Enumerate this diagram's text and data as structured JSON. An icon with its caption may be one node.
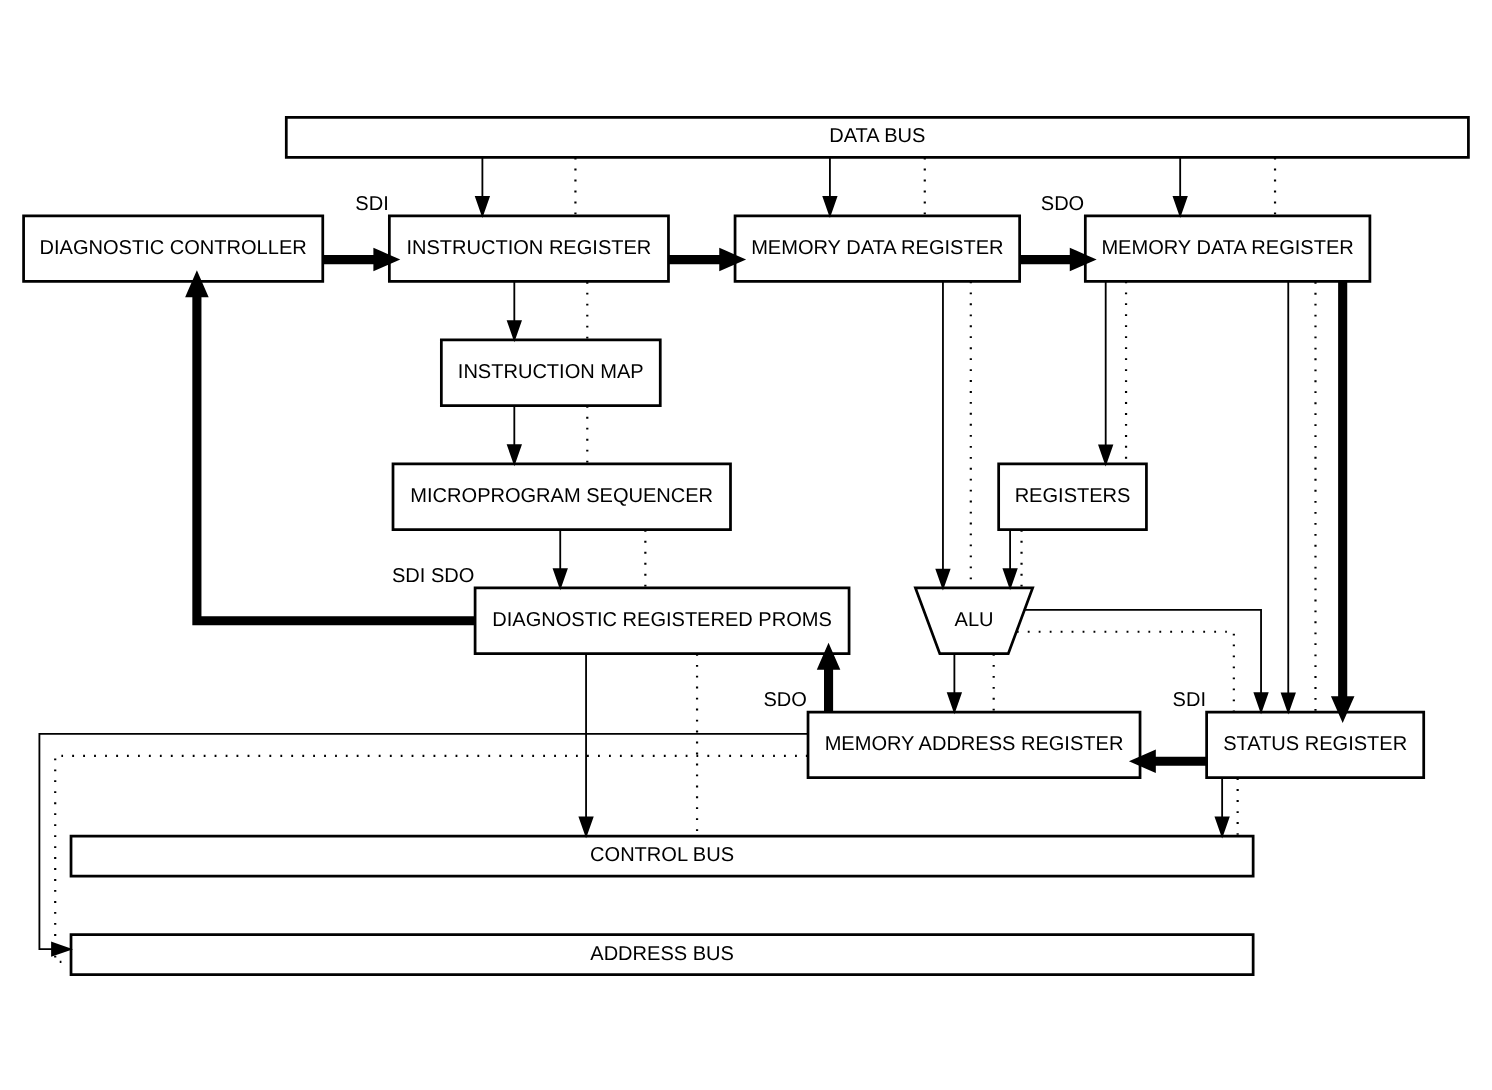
{
  "diagram": {
    "nodes": [
      {
        "text": [
          "DATA BUS"
        ]
      },
      {
        "text": [
          "DIAGNOSTIC CONTROLLER"
        ]
      },
      {
        "text": [
          "INSTRUCTION REGISTER"
        ],
        "beside": [
          "SDI"
        ]
      },
      {
        "text": [
          "MEMORY DATA REGISTER"
        ]
      },
      {
        "text": [
          "MEMORY DATA REGISTER"
        ],
        "beside": [
          "SDO"
        ]
      },
      {
        "text": [
          "INSTRUCTION MAP"
        ]
      },
      {
        "text": [
          "MICROPROGRAM SEQUENCER"
        ]
      },
      {
        "text": [
          "REGISTERS"
        ]
      },
      {
        "text": [
          "DIAGNOSTIC REGISTERED PROMS"
        ],
        "beside": [
          "SDI",
          "SDO"
        ]
      },
      {
        "text": [
          "ALU"
        ]
      },
      {
        "text": [
          "MEMORY ADDRESS REGISTER"
        ],
        "beside": [
          "SDO"
        ]
      },
      {
        "text": [
          "STATUS REGISTER"
        ],
        "beside": [
          "SDI"
        ]
      },
      {
        "text": [
          "CONTROL BUS"
        ]
      },
      {
        "text": [
          "ADDRESS BUS"
        ]
      }
    ],
    "edges": [
      {
        "from": 0,
        "to": 2,
        "arrow": "to"
      },
      {
        "from": 0,
        "to": 3,
        "arrow": "to"
      },
      {
        "from": 0,
        "to": 4,
        "arrow": "to"
      },
      {
        "from": 2,
        "to": 5,
        "arrow": "to"
      },
      {
        "from": 5,
        "to": 6,
        "arrow": "to"
      },
      {
        "from": 6,
        "to": 8,
        "arrow": "to"
      },
      {
        "from": 8,
        "to": 12,
        "arrow": "to"
      },
      {
        "from": 3,
        "to": 9,
        "arrow": "to"
      },
      {
        "from": 4,
        "to": 7,
        "arrow": "to"
      },
      {
        "from": 7,
        "to": 9,
        "arrow": "to"
      },
      {
        "from": 4,
        "to": 11,
        "arrow": "to"
      },
      {
        "from": 9,
        "to": 10,
        "arrow": "to"
      },
      {
        "from": 9,
        "to": 11,
        "arrow": "to"
      },
      {
        "from": 10,
        "to": 13,
        "arrow": "to"
      },
      {
        "from": 11,
        "to": 12,
        "arrow": "to"
      },
      {
        "from": 0,
        "to": 2,
        "arrow": "none",
        "style": "dashed"
      },
      {
        "from": 2,
        "to": 5,
        "arrow": "none",
        "style": "dashed"
      },
      {
        "from": 5,
        "to": 6,
        "arrow": "none",
        "style": "dashed"
      },
      {
        "from": 6,
        "to": 8,
        "arrow": "none",
        "style": "dashed"
      },
      {
        "from": 8,
        "to": 12,
        "arrow": "none",
        "style": "dashed"
      },
      {
        "from": 0,
        "to": 3,
        "arrow": "none",
        "style": "dashed"
      },
      {
        "from": 3,
        "to": 9,
        "arrow": "none",
        "style": "dashed"
      },
      {
        "from": 0,
        "to": 4,
        "arrow": "none",
        "style": "dashed"
      },
      {
        "from": 4,
        "to": 11,
        "arrow": "none",
        "style": "dashed"
      },
      {
        "from": 4,
        "to": 7,
        "arrow": "none",
        "style": "dashed"
      },
      {
        "from": 7,
        "to": 9,
        "arrow": "none",
        "style": "dashed"
      },
      {
        "from": 9,
        "to": 10,
        "arrow": "none",
        "style": "dashed"
      },
      {
        "from": 9,
        "to": 11,
        "arrow": "none",
        "style": "dashed"
      },
      {
        "from": 10,
        "to": 13,
        "arrow": "none",
        "style": "dashed"
      },
      {
        "from": 11,
        "to": 12,
        "arrow": "none",
        "style": "dashed"
      },
      {
        "from": 1,
        "to": 2,
        "arrow": "to",
        "style": "thick"
      },
      {
        "from": 2,
        "to": 3,
        "arrow": "to",
        "style": "thick"
      },
      {
        "from": 3,
        "to": 4,
        "arrow": "to",
        "style": "thick"
      },
      {
        "from": 4,
        "to": 11,
        "arrow": "to",
        "style": "thick"
      },
      {
        "from": 11,
        "to": 10,
        "arrow": "to",
        "style": "thick"
      },
      {
        "from": 10,
        "to": 8,
        "arrow": "to",
        "style": "thick"
      },
      {
        "from": 8,
        "to": 1,
        "arrow": "to",
        "style": "thick"
      }
    ]
  }
}
